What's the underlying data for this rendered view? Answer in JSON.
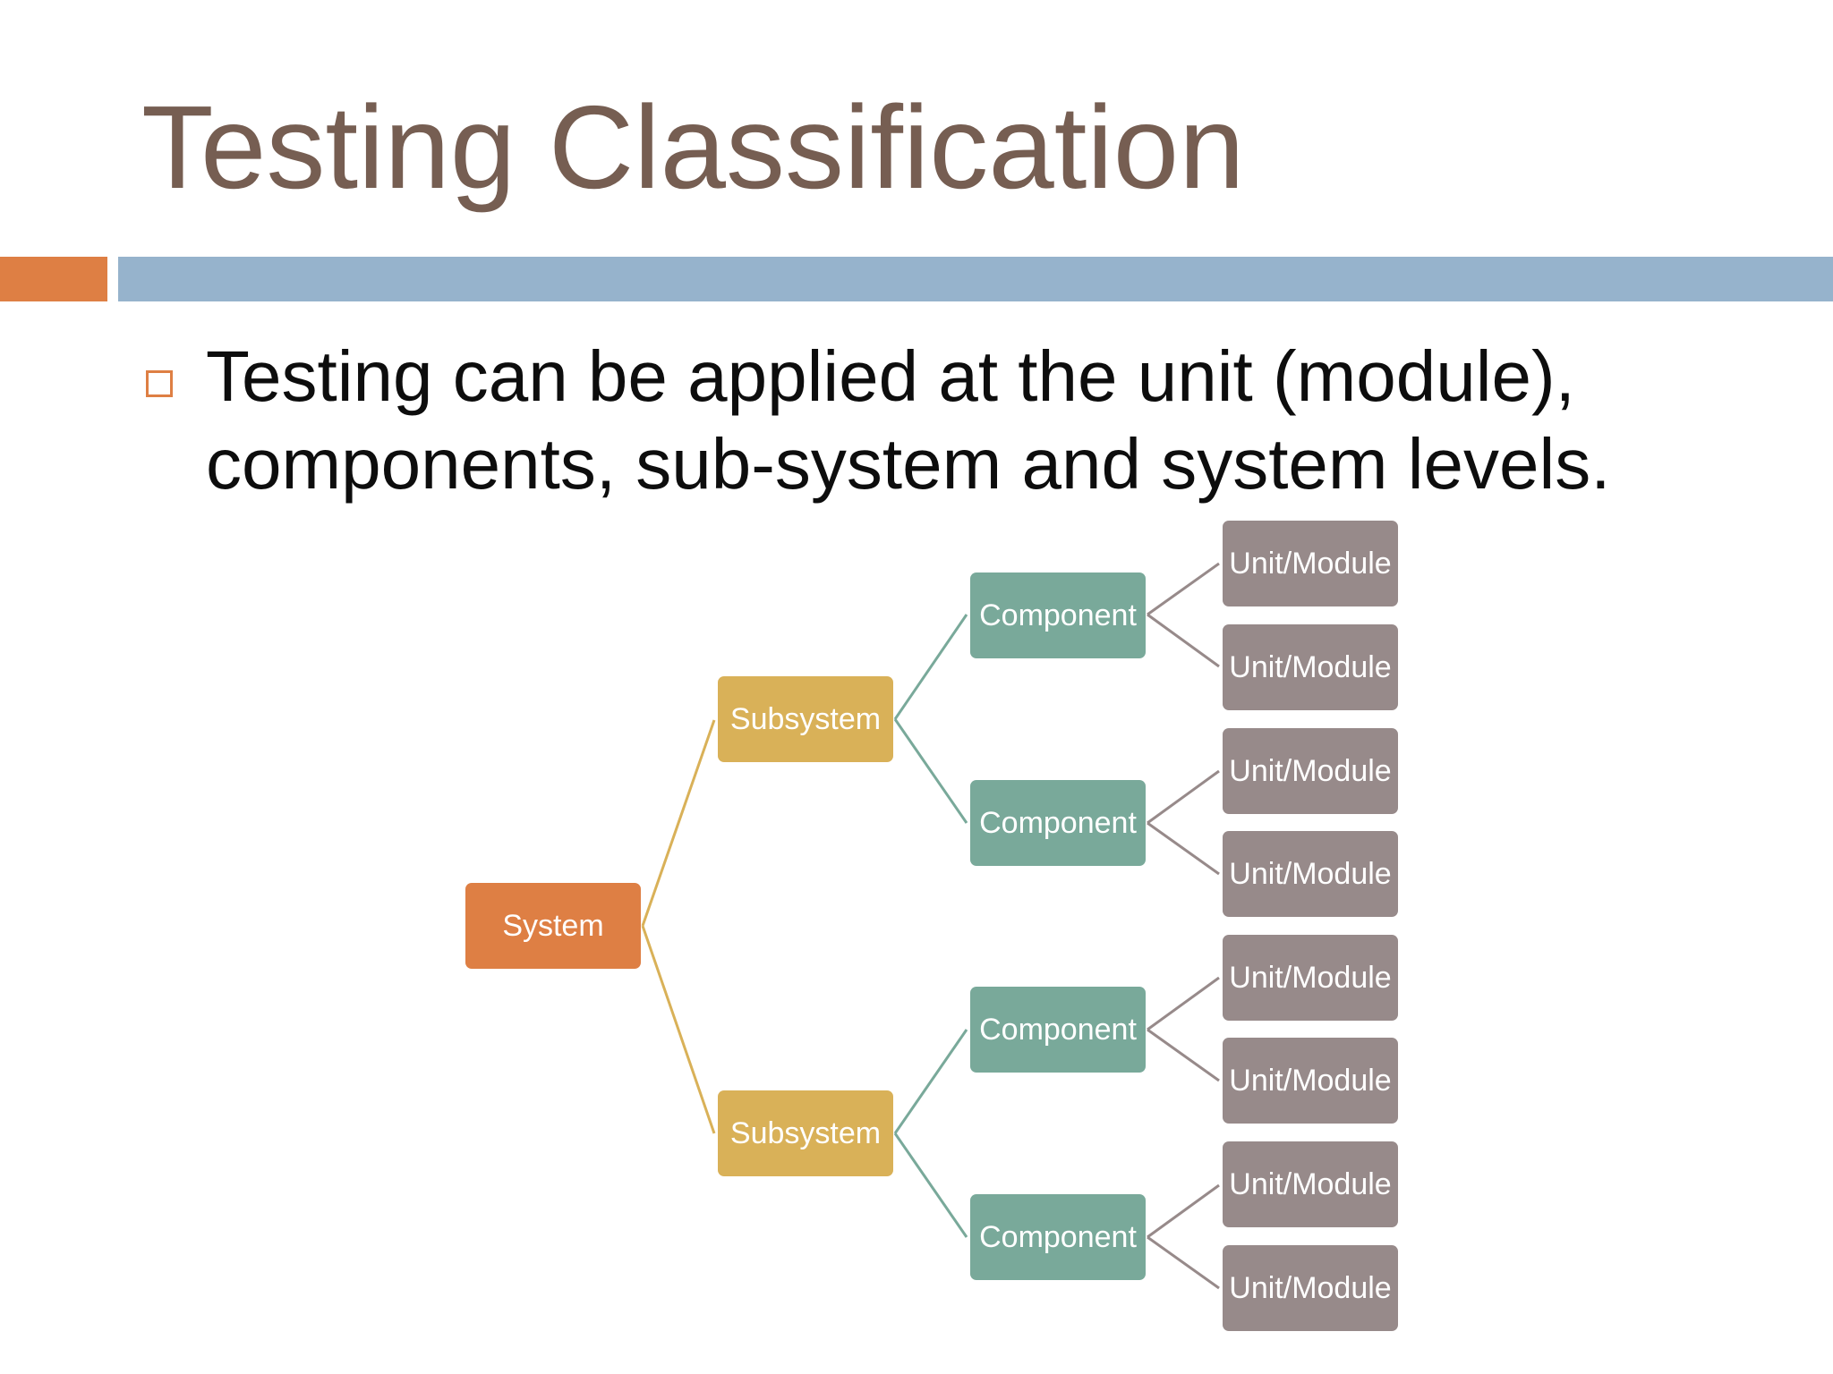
{
  "slide": {
    "title": "Testing Classification",
    "bullet_text": "Testing can be applied at the unit (module), components, sub-system and system levels."
  },
  "diagram": {
    "system": "System",
    "subsystems": [
      "Subsystem",
      "Subsystem"
    ],
    "components": [
      "Component",
      "Component",
      "Component",
      "Component"
    ],
    "units": [
      "Unit/Module",
      "Unit/Module",
      "Unit/Module",
      "Unit/Module",
      "Unit/Module",
      "Unit/Module",
      "Unit/Module",
      "Unit/Module"
    ],
    "colors": {
      "system": "#de7f44",
      "subsystem": "#d9b158",
      "component": "#79a99a",
      "unit": "#978a8a",
      "title": "#765e52",
      "accent_bar": "#96b3cc"
    }
  }
}
